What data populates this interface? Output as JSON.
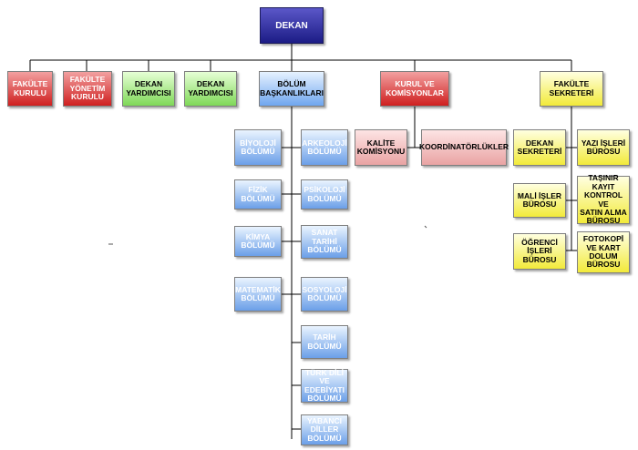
{
  "top": "DEKAN",
  "level1": {
    "fakulte_kurulu": "FAKÜLTE\nKURULU",
    "fakulte_yonetim": "FAKÜLTE\nYÖNETİM\nKURULU",
    "dekan_yard_1": "DEKAN\nYARDIMCISI",
    "dekan_yard_2": "DEKAN\nYARDIMCISI",
    "bolum_baskanliklari": "BÖLÜM\nBAŞKANLIKLARI",
    "kurul_komisyonlar": "KURUL VE\nKOMİSYONLAR",
    "fakulte_sekreteri": "FAKÜLTE\nSEKRETERİ"
  },
  "bolumler_left": [
    "BİYOLOJİ\nBÖLÜMÜ",
    "FİZİK\nBÖLÜMÜ",
    "KİMYA\nBÖLÜMÜ",
    "MATEMATİK\nBÖLÜMÜ"
  ],
  "bolumler_right": [
    "ARKEOLOJİ\nBÖLÜMÜ",
    "PSİKOLOJİ\nBÖLÜMÜ",
    "SANAT\nTARİHİ\nBÖLÜMÜ",
    "SOSYOLOJİ\nBÖLÜMÜ",
    "TARİH\nBÖLÜMÜ",
    "TÜRK DİLİ\nVE\nEDEBİYATI\nBÖLÜMÜ",
    "YABANCI\nDİLLER\nBÖLÜMÜ"
  ],
  "komisyonlar": [
    "KALİTE\nKOMİSYONU",
    "KOORDİNATÖRLÜKLER"
  ],
  "sekreterlik_left": [
    "DEKAN\nSEKRETERİ",
    "MALİ İŞLER\nBÜROSU",
    "ÖĞRENCİ\nİŞLERİ\nBÜROSU"
  ],
  "sekreterlik_right": [
    "YAZI İŞLERİ\nBÜROSU",
    "TAŞINIR\nKAYIT\nKONTROL VE\nSATIN ALMA\nBÜROSU",
    "FOTOKOPİ\nVE KART\nDOLUM\nBÜROSU"
  ]
}
